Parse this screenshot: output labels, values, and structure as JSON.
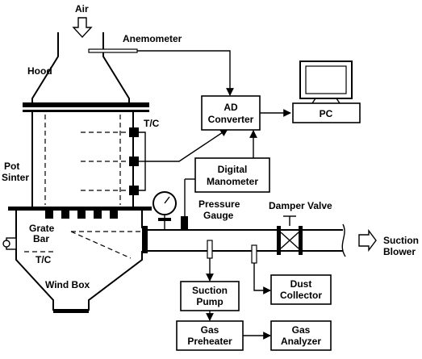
{
  "labels": {
    "air": "Air",
    "anemometer": "Anemometer",
    "hood": "Hood",
    "tc_top": "T/C",
    "pot": "Pot",
    "sinter": "Sinter",
    "ad_line1": "AD",
    "ad_line2": "Converter",
    "pc": "PC",
    "digital_line1": "Digital",
    "digital_line2": "Manometer",
    "pressure": "Pressure",
    "gauge": "Gauge",
    "damper_valve": "Damper Valve",
    "suction_out_1": "Suction",
    "suction_out_2": "Blower",
    "grate": "Grate",
    "bar": "Bar",
    "tc_bottom": "T/C",
    "wind_box": "Wind Box",
    "pump_line1": "Suction",
    "pump_line2": "Pump",
    "dust_line1": "Dust",
    "dust_line2": "Collector",
    "preheater_line1": "Gas",
    "preheater_line2": "Preheater",
    "analyzer_line1": "Gas",
    "analyzer_line2": "Analyzer"
  }
}
